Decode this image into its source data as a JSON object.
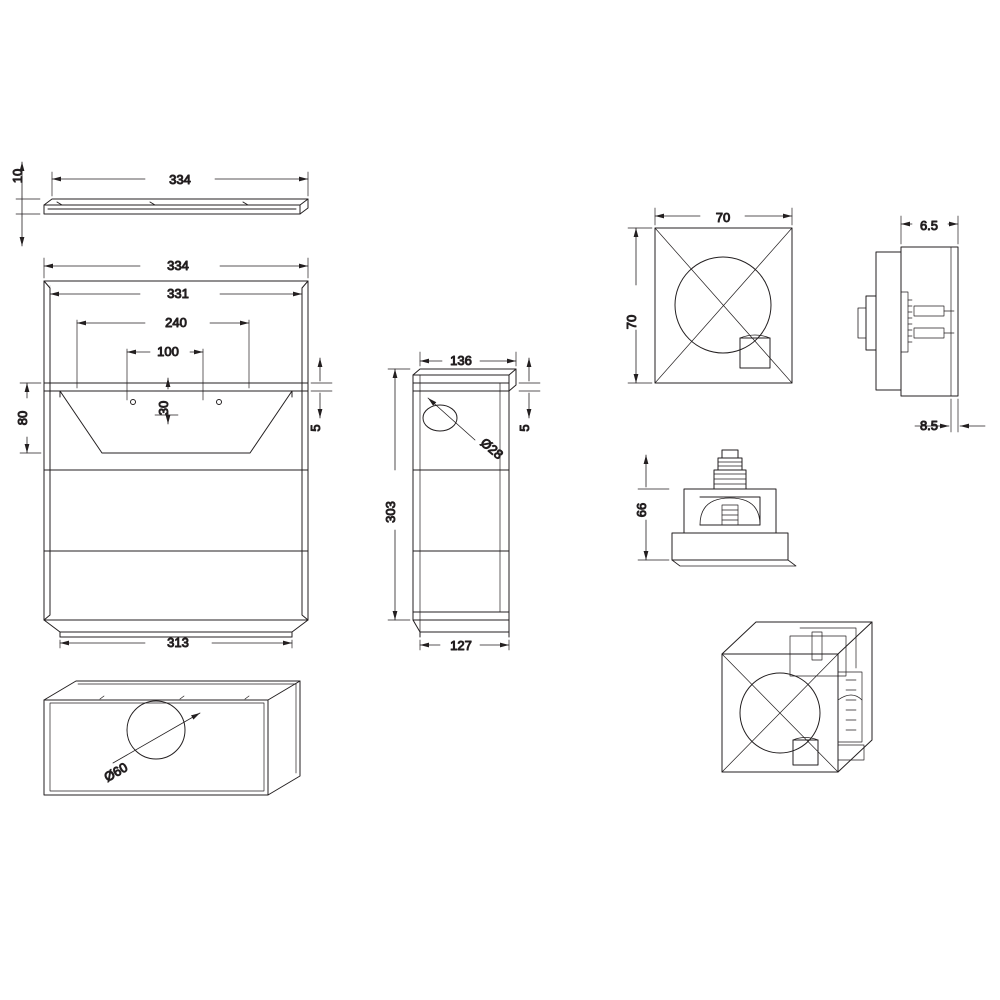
{
  "drawing": {
    "title": "Technical dimension drawing – wall hung vanity unit and flush plate",
    "units": "mm",
    "line_color": "#231f20",
    "fill_color": "#ffffff",
    "background": "#ffffff"
  },
  "views": {
    "countertop": {
      "name": "countertop-top-slab-view",
      "dims": {
        "width": "334",
        "thickness": "10"
      }
    },
    "front": {
      "name": "vanity-unit-front-elevation",
      "dims": {
        "overall_width": "334",
        "inner_width": "331",
        "drawer_width": "240",
        "handle_width": "100",
        "handle_height": "30",
        "drawer_height": "80",
        "top_offset": "5",
        "base_width": "313"
      }
    },
    "side": {
      "name": "vanity-unit-side-elevation",
      "dims": {
        "depth": "136",
        "height": "303",
        "base_depth": "127",
        "top_offset": "5",
        "waste_hole": "Ø28"
      }
    },
    "plan": {
      "name": "vanity-unit-plan-view",
      "dims": {
        "basin_hole": "Ø60"
      }
    },
    "flush_plate_front": {
      "name": "flush-plate-front-view",
      "dims": {
        "width": "70",
        "height": "70"
      }
    },
    "flush_plate_side": {
      "name": "flush-plate-side-view",
      "dims": {
        "plate_depth": "6.5",
        "button_depth": "8.5"
      }
    },
    "flush_button_section": {
      "name": "flush-button-section-view",
      "dims": {
        "width": "66"
      }
    },
    "flush_plate_iso": {
      "name": "flush-plate-isometric-view",
      "dims": {}
    }
  },
  "labels": {
    "d334_top": "334",
    "d10": "10",
    "d334": "334",
    "d331": "331",
    "d240": "240",
    "d100": "100",
    "d30": "30",
    "d80": "80",
    "d5_front": "5",
    "d313": "313",
    "d136": "136",
    "d303": "303",
    "d5_side": "5",
    "d28": "Ø28",
    "d127": "127",
    "d60": "Ø60",
    "d70_w": "70",
    "d70_h": "70",
    "d65": "6.5",
    "d85": "8.5",
    "d66": "66"
  }
}
